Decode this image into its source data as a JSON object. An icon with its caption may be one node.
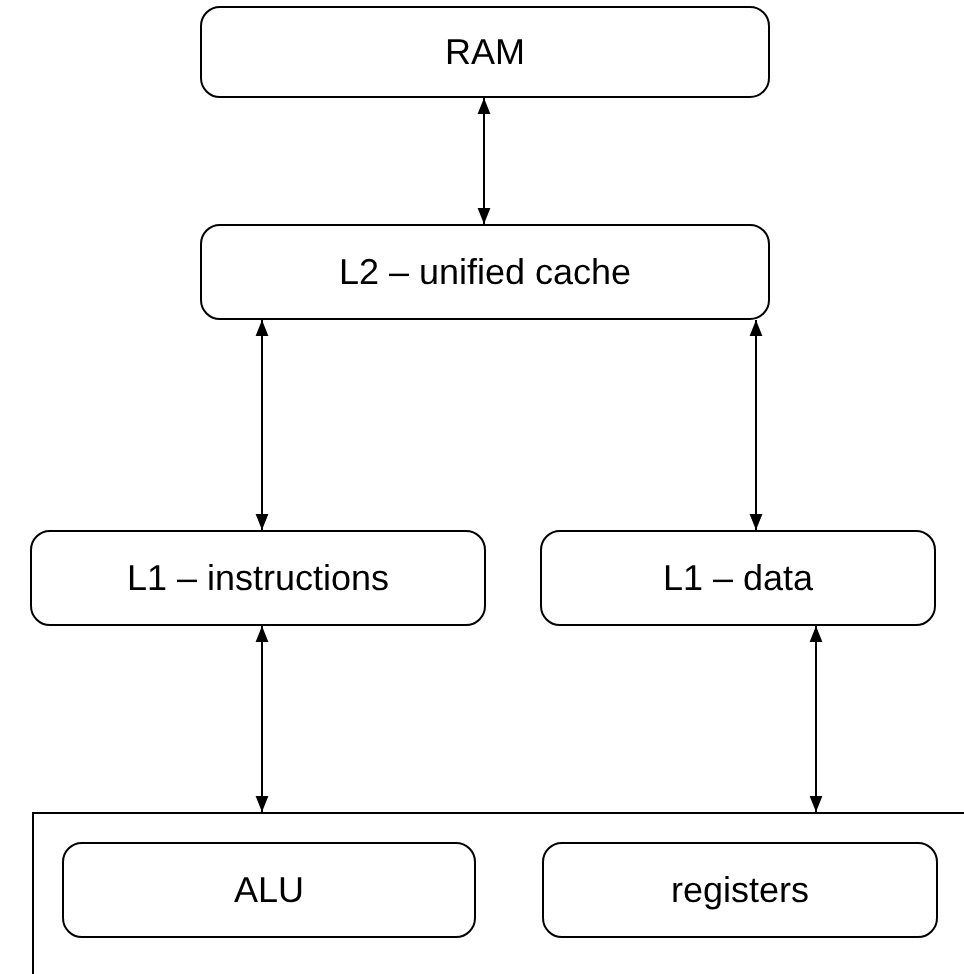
{
  "diagram": {
    "nodes": [
      {
        "text": [
          "RAM"
        ]
      },
      {
        "text": [
          "L2 – unified cache"
        ]
      },
      {
        "text": [
          "L1 – instructions"
        ]
      },
      {
        "text": [
          "L1 – data"
        ]
      },
      {
        "text": [],
        "shape": "box"
      },
      {
        "text": [
          "ALU"
        ],
        "in": 4
      },
      {
        "text": [
          "registers"
        ],
        "in": 4
      }
    ],
    "edges": [
      {
        "from": 0,
        "to": 1,
        "arrow": "both"
      },
      {
        "from": 1,
        "to": 2,
        "arrow": "both"
      },
      {
        "from": 1,
        "to": 3,
        "arrow": "both"
      },
      {
        "from": 2,
        "to": 4,
        "arrow": "both"
      },
      {
        "from": 3,
        "to": 4,
        "arrow": "both"
      }
    ]
  }
}
